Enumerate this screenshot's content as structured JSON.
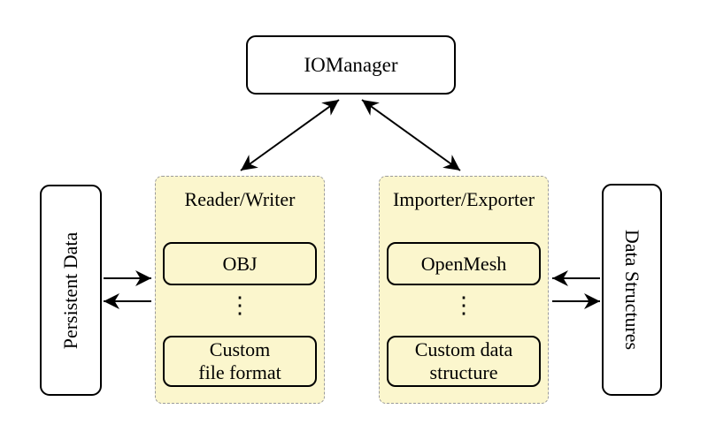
{
  "colors": {
    "background": "#ffffff",
    "panel_fill": "#fbf6cd",
    "panel_border": "#9b9b9b",
    "node_fill": "#ffffff",
    "node_border": "#000000",
    "arrow": "#000000"
  },
  "iomanager": {
    "label": "IOManager"
  },
  "left_rail": {
    "label": "Persistent Data"
  },
  "right_rail": {
    "label": "Data Structures"
  },
  "reader_writer": {
    "title": "Reader/Writer",
    "ellipsis": "⋮",
    "items": [
      {
        "lines": [
          "OBJ"
        ]
      },
      {
        "lines": [
          "Custom",
          "file format"
        ]
      }
    ]
  },
  "importer_exporter": {
    "title": "Importer/Exporter",
    "ellipsis": "⋮",
    "items": [
      {
        "lines": [
          "OpenMesh"
        ]
      },
      {
        "lines": [
          "Custom data",
          "structure"
        ]
      }
    ]
  }
}
